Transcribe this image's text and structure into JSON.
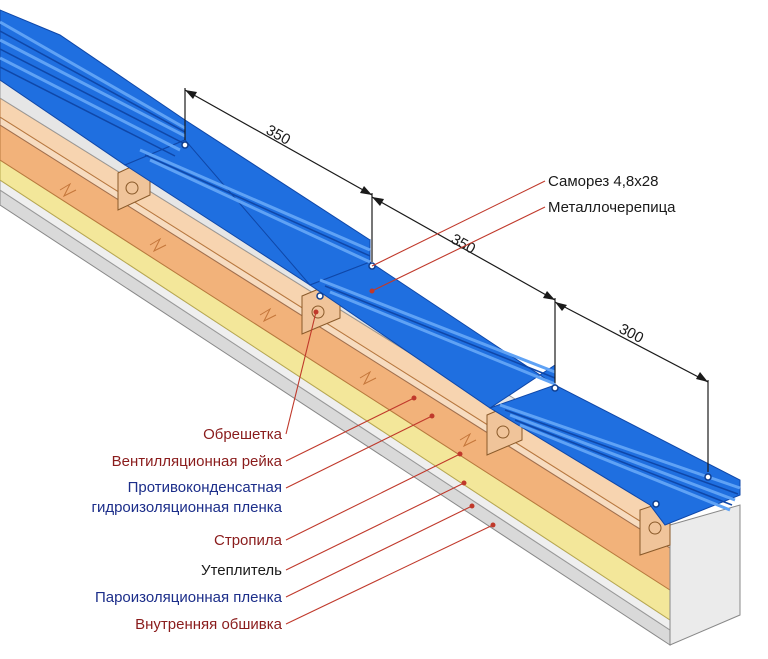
{
  "dimensions": [
    {
      "id": "dim-1",
      "value": "350"
    },
    {
      "id": "dim-2",
      "value": "350"
    },
    {
      "id": "dim-3",
      "value": "300"
    }
  ],
  "labels_top": [
    {
      "id": "screw",
      "text": "Саморез 4,8х28",
      "color": "#1a1a1a"
    },
    {
      "id": "metal-tile",
      "text": "Металлочерепица",
      "color": "#1a1a1a"
    }
  ],
  "labels_bottom": [
    {
      "id": "batten",
      "text": "Обрешетка",
      "color": "#8a1c1c"
    },
    {
      "id": "vent-strip",
      "text": "Вентилляционная рейка",
      "color": "#8a1c1c"
    },
    {
      "id": "anti-condensate-1",
      "text": "Противоконденсатная",
      "color": "#1c2e8a"
    },
    {
      "id": "anti-condensate-2",
      "text": "гидроизоляционная пленка",
      "color": "#1c2e8a"
    },
    {
      "id": "rafter",
      "text": "Стропила",
      "color": "#8a1c1c"
    },
    {
      "id": "insulation",
      "text": "Утеплитель",
      "color": "#1a1a1a"
    },
    {
      "id": "vapor-barrier",
      "text": "Пароизоляционная пленка",
      "color": "#1c2e8a"
    },
    {
      "id": "inner-lining",
      "text": "Внутренняя обшивка",
      "color": "#8a1c1c"
    }
  ],
  "colors": {
    "tile": "#1f6fe0",
    "tile_dark": "#0f47a8",
    "tile_light": "#5fa2f5",
    "wood": "#f2b27a",
    "wood_light": "#f7d4b0",
    "insulation": "#f3e79a",
    "membrane": "#e4e4e4",
    "leader": "#c0392b"
  }
}
